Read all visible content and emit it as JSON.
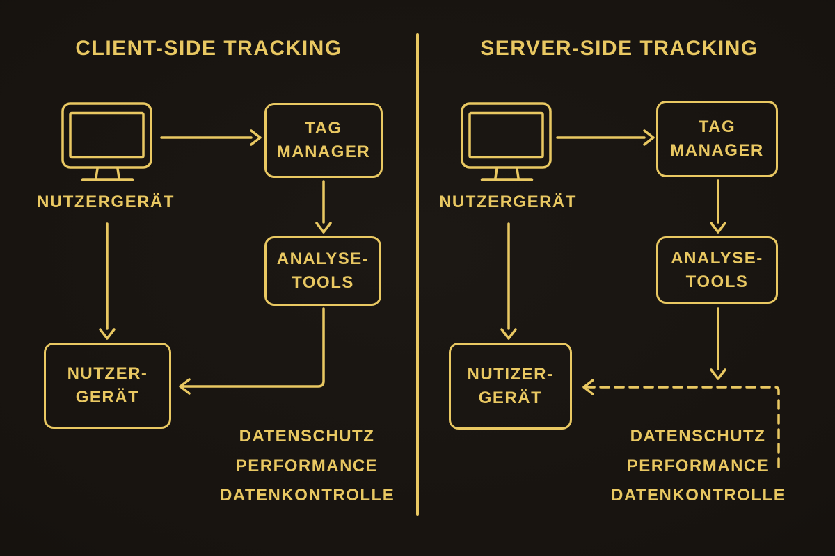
{
  "colors": {
    "accent": "#E9C862",
    "background": "#18140F"
  },
  "panels": {
    "left": {
      "title": "CLIENT-SIDE TRACKING",
      "device_icon": "monitor-icon",
      "device_label": "NUTZERGERÄT",
      "tag_manager_box": "TAG\nMANAGER",
      "analytics_box": "ANALYSE-\nTOOLS",
      "end_device_box": "NUTZER-\nGERÄT",
      "benefits": [
        "DATENSCHUTZ",
        "PERFORMANCE",
        "DATENKONTROLLE"
      ]
    },
    "right": {
      "title": "SERVER-SIDE TRACKING",
      "device_icon": "monitor-icon",
      "device_label": "NUTZERGERÄT",
      "tag_manager_box": "TAG\nMANAGER",
      "analytics_box": "ANALYSE-\nTOOLS",
      "end_device_box": "NUTIZER-\nGERÄT",
      "benefits": [
        "DATENSCHUTZ",
        "PERFORMANCE",
        "DATENKONTROLLE"
      ]
    }
  }
}
